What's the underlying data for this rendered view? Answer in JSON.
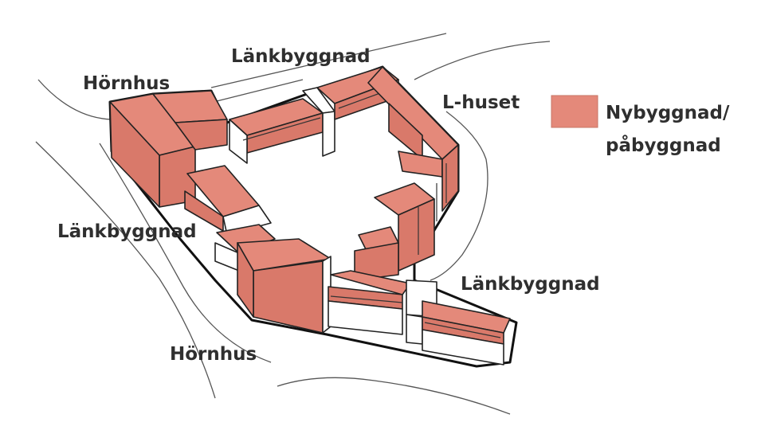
{
  "labels": {
    "lank_top": "Länkbyggnad",
    "hornhus_top": "Hörnhus",
    "l_huset": "L-huset",
    "lank_left": "Länkbyggnad",
    "lank_right": "Länkbyggnad",
    "hornhus_bottom": "Hörnhus"
  },
  "legend": {
    "line1": "Nybyggnad/",
    "line2": "påbyggnad",
    "swatch_color": "#E4897A"
  }
}
